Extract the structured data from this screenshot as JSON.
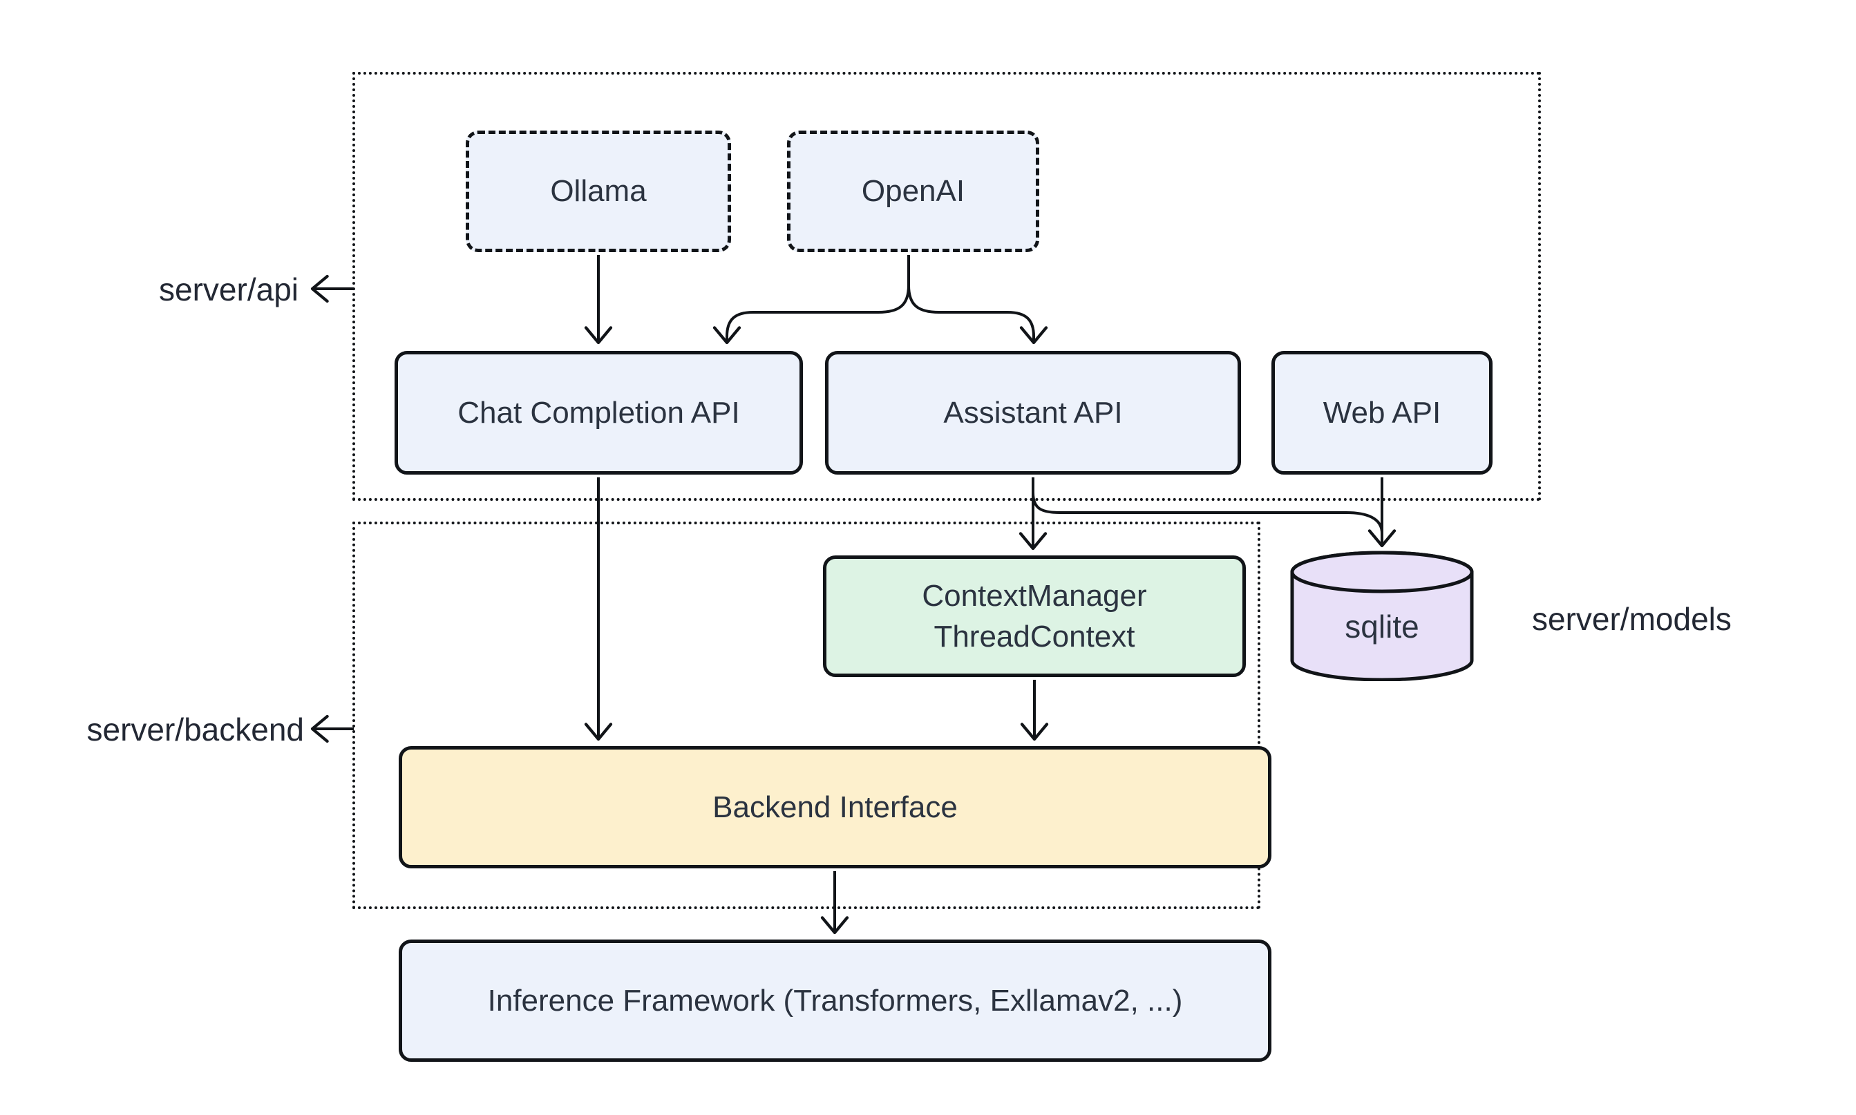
{
  "diagram": {
    "title": "server architecture diagram",
    "colors": {
      "line": "#111418",
      "node_text": "#2b3340",
      "blue_fill": "#edf2fb",
      "green_fill": "#ddf3e4",
      "yellow_fill": "#fdf0cd",
      "purple_fill": "#e8e0f8",
      "background": "#ffffff"
    },
    "groups": {
      "api": {
        "label": "server/api"
      },
      "backend": {
        "label": "server/backend"
      },
      "models": {
        "label": "server/models"
      }
    },
    "nodes": {
      "ollama": {
        "label": "Ollama",
        "fill": "#edf2fb",
        "border": "dashed"
      },
      "openai": {
        "label": "OpenAI",
        "fill": "#edf2fb",
        "border": "dashed"
      },
      "chat_api": {
        "label": "Chat Completion API",
        "fill": "#edf2fb",
        "border": "solid"
      },
      "assistant_api": {
        "label": "Assistant API",
        "fill": "#edf2fb",
        "border": "solid"
      },
      "web_api": {
        "label": "Web API",
        "fill": "#edf2fb",
        "border": "solid"
      },
      "context_manager": {
        "label_line1": "ContextManager",
        "label_line2": "ThreadContext",
        "fill": "#ddf3e4",
        "border": "solid"
      },
      "sqlite": {
        "label": "sqlite",
        "fill": "#e8e0f8",
        "shape": "database-cylinder"
      },
      "backend_interface": {
        "label": "Backend Interface",
        "fill": "#fdf0cd",
        "border": "solid"
      },
      "inference_framework": {
        "label": "Inference Framework (Transformers, Exllamav2, ...)",
        "fill": "#edf2fb",
        "border": "solid"
      }
    },
    "edges": [
      {
        "from": "ollama",
        "to": "chat_api"
      },
      {
        "from": "openai",
        "to": "chat_api"
      },
      {
        "from": "openai",
        "to": "assistant_api"
      },
      {
        "from": "chat_api",
        "to": "backend_interface"
      },
      {
        "from": "assistant_api",
        "to": "context_manager"
      },
      {
        "from": "assistant_api",
        "to": "sqlite"
      },
      {
        "from": "web_api",
        "to": "sqlite"
      },
      {
        "from": "context_manager",
        "to": "backend_interface"
      },
      {
        "from": "backend_interface",
        "to": "inference_framework"
      },
      {
        "from": "group_api_border",
        "to": "label_server_api"
      },
      {
        "from": "group_backend_border",
        "to": "label_server_backend"
      }
    ]
  }
}
